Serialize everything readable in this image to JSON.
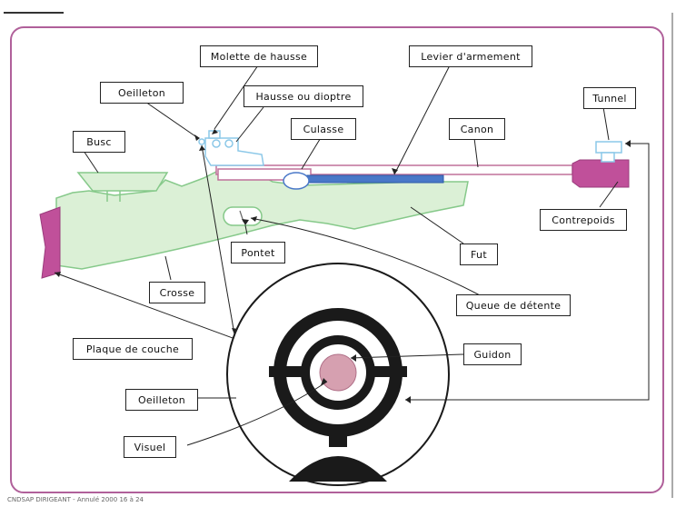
{
  "labels": {
    "molette": "Molette de hausse",
    "levier": "Levier d'armement",
    "oeilleton_top": "Oeilleton",
    "hausse": "Hausse ou dioptre",
    "tunnel": "Tunnel",
    "busc": "Busc",
    "culasse": "Culasse",
    "canon": "Canon",
    "contrepoids": "Contrepoids",
    "pontet": "Pontet",
    "fut": "Fut",
    "crosse": "Crosse",
    "queue": "Queue de détente",
    "plaque": "Plaque de couche",
    "guidon": "Guidon",
    "oeilleton_bottom": "Oeilleton",
    "visuel": "Visuel"
  },
  "footer": "CNDSAP   DIRIGEANT - Annulé 2000   16 à 24",
  "colors": {
    "frame": "#b0609a",
    "stock_fill": "#dbf0d6",
    "stock_stroke": "#86c98a",
    "buttplate": "#c0509a",
    "barrel": "#c0709a",
    "lever": "#4a78c8",
    "sight": "#8cc8e8",
    "target_ring": "#1a1a1a",
    "bullseye": "#d6a0b0"
  }
}
